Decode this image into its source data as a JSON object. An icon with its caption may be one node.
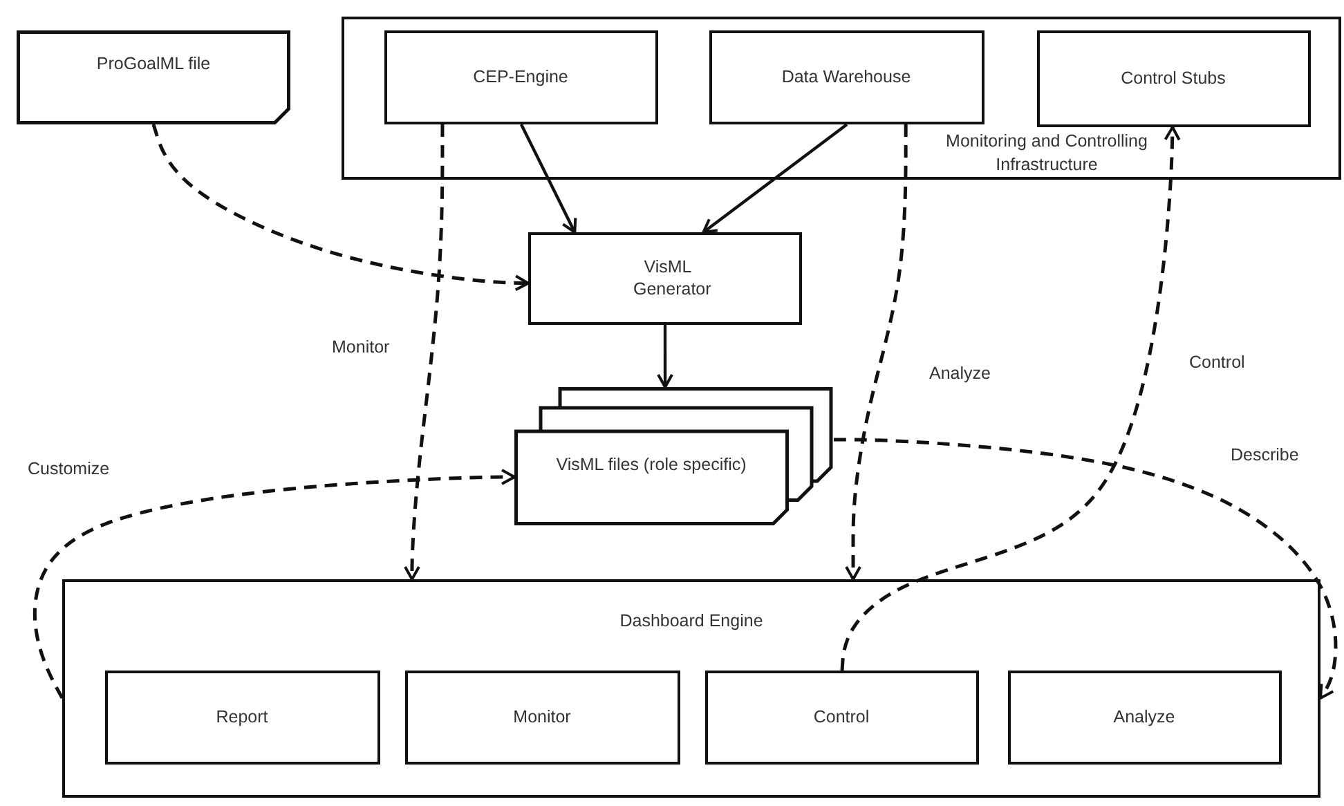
{
  "diagram": {
    "nodes": [
      {
        "text": [
          "ProGoalML file"
        ]
      },
      {
        "text": [
          "Monitoring and Controlling Infrastructure"
        ]
      },
      {
        "text": [
          "CEP-Engine"
        ],
        "in": 1
      },
      {
        "text": [
          "Data Warehouse"
        ],
        "in": 1
      },
      {
        "text": [
          "Control Stubs"
        ],
        "in": 1
      },
      {
        "text": [
          "VisML Generator"
        ]
      },
      {
        "text": [
          "VisML files (role specific)"
        ]
      },
      {
        "text": [
          "Dashboard Engine"
        ]
      },
      {
        "text": [
          "Report"
        ],
        "in": 7
      },
      {
        "text": [
          "Monitor"
        ],
        "in": 7
      },
      {
        "text": [
          "Control"
        ],
        "in": 7
      },
      {
        "text": [
          "Analyze"
        ],
        "in": 7
      }
    ],
    "edges": [
      {
        "from": 0,
        "to": 5,
        "arrow": "to",
        "style": "dashed"
      },
      {
        "from": 2,
        "to": 5,
        "arrow": "to"
      },
      {
        "from": 3,
        "to": 5,
        "arrow": "to"
      },
      {
        "from": 5,
        "to": 6,
        "arrow": "to"
      },
      {
        "from": 2,
        "to": 7,
        "arrow": "to",
        "style": "dashed",
        "label": "Monitor"
      },
      {
        "from": 3,
        "to": 7,
        "arrow": "to",
        "style": "dashed",
        "label": "Analyze"
      },
      {
        "from": 10,
        "to": 4,
        "arrow": "to",
        "style": "dashed",
        "label": "Control"
      },
      {
        "from": 7,
        "to": 6,
        "arrow": "to",
        "style": "dashed",
        "label": "Customize"
      },
      {
        "from": 6,
        "to": 7,
        "arrow": "to",
        "style": "dashed",
        "label": "Describe"
      }
    ]
  }
}
